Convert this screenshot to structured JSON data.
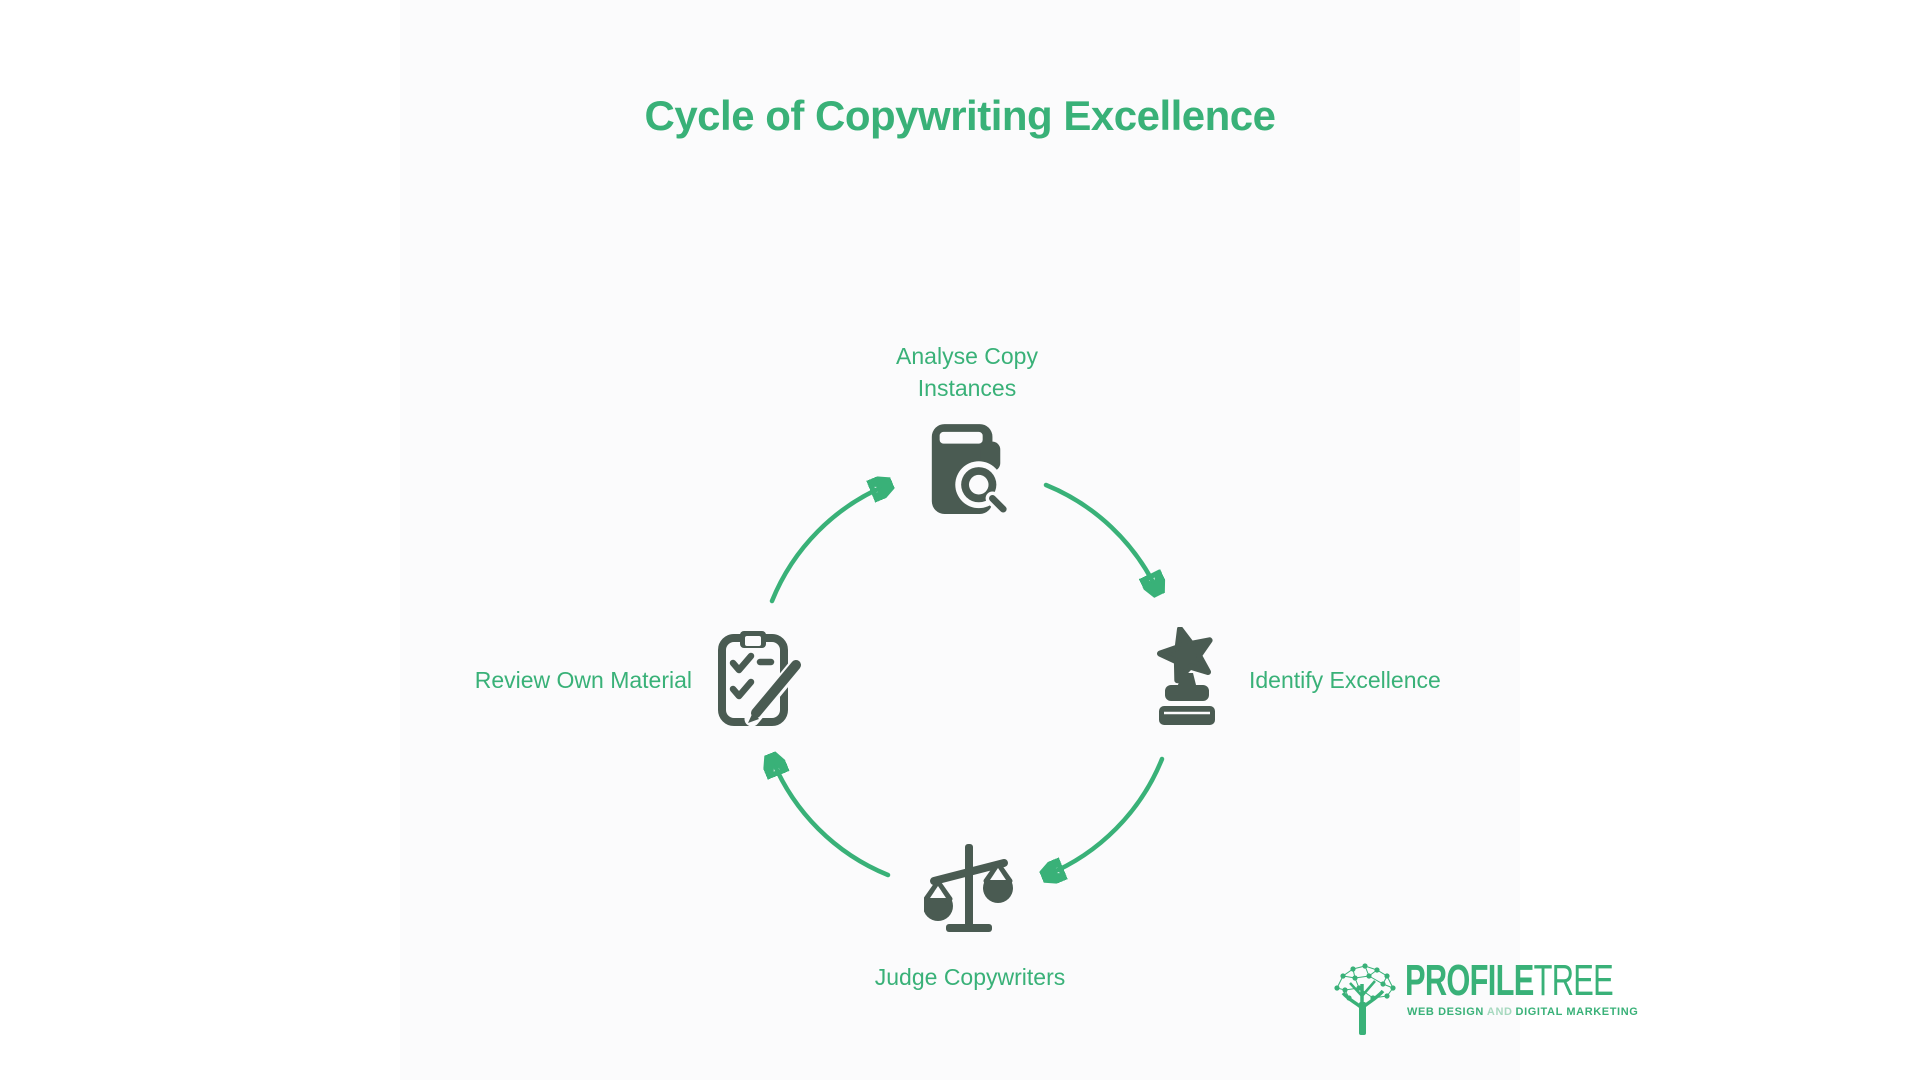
{
  "title": "Cycle of Copywriting Excellence",
  "nodes": {
    "analyse": {
      "line1": "Analyse Copy",
      "line2": "Instances"
    },
    "identify": {
      "label": "Identify Excellence"
    },
    "judge": {
      "label": "Judge Copywriters"
    },
    "review": {
      "label": "Review Own Material"
    }
  },
  "logo": {
    "brand_primary": "PROFILE",
    "brand_secondary": "TREE",
    "tagline_part1": "WEB DESIGN",
    "tagline_and": "AND",
    "tagline_part2": "DIGITAL MARKETING"
  },
  "colors": {
    "green": "#39b178",
    "icon_dark": "#4a5b52",
    "canvas_bg": "#fbfbfc"
  }
}
